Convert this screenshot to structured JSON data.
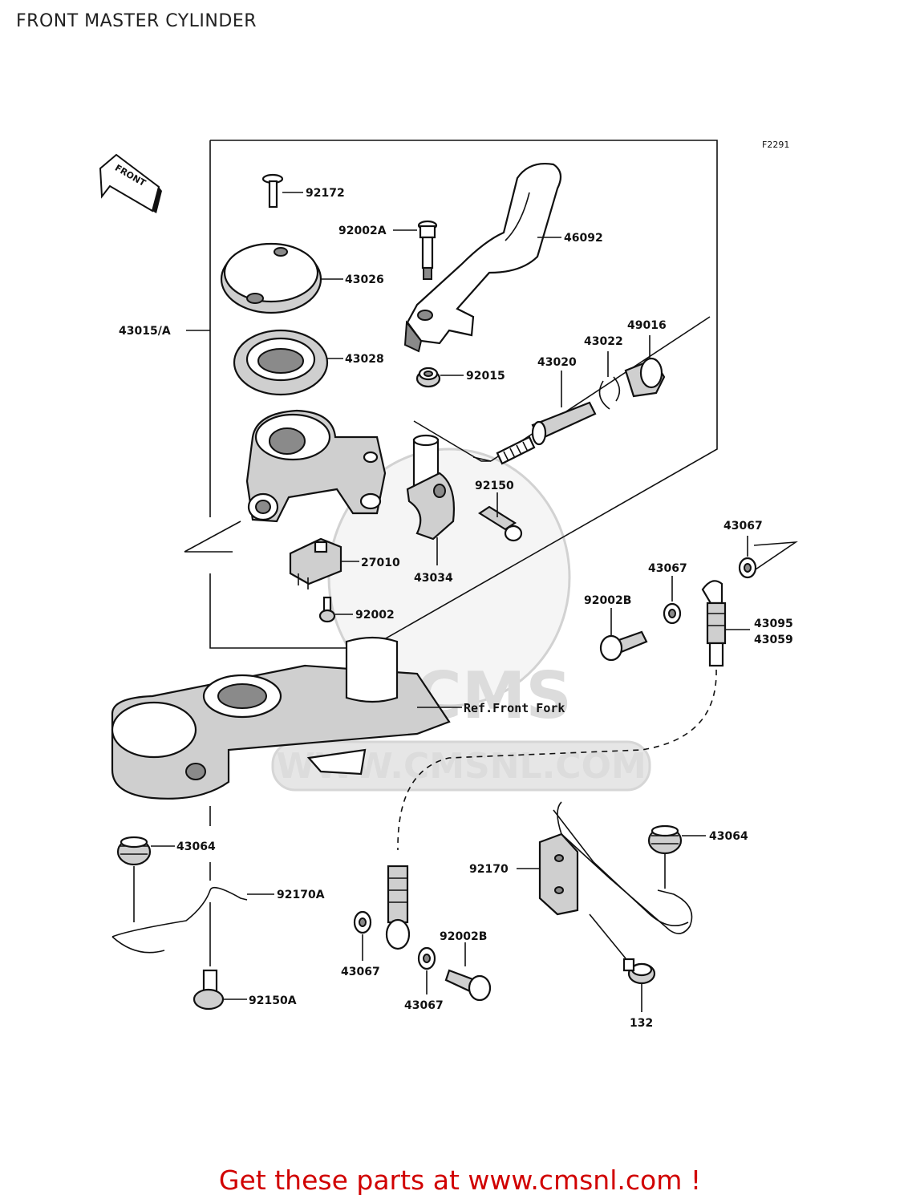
{
  "header": {
    "title": "FRONT MASTER CYLINDER"
  },
  "diagram": {
    "figure_code": "F2291",
    "front_arrow_label": "FRONT",
    "ref_label": "Ref.Front Fork",
    "watermark": {
      "logo": "CMS",
      "url": "WWW.CMSNL.COM"
    },
    "callouts": {
      "p92172": "92172",
      "p92002A": "92002A",
      "p46092": "46092",
      "p43026": "43026",
      "p43015A": "43015/A",
      "p43028": "43028",
      "p92015": "92015",
      "p49016": "49016",
      "p43022": "43022",
      "p43020": "43020",
      "p92150": "92150",
      "p27010": "27010",
      "p43034": "43034",
      "p92002": "92002",
      "p43067_a": "43067",
      "p43067_b": "43067",
      "p92002B_a": "92002B",
      "p43095": "43095",
      "p43059": "43059",
      "p43064_a": "43064",
      "p92170A": "92170A",
      "p92150A": "92150A",
      "p43067_c": "43067",
      "p43067_d": "43067",
      "p92002B_b": "92002B",
      "p92170": "92170",
      "p43064_b": "43064",
      "p132": "132"
    }
  },
  "footer": {
    "cta": "Get these parts at www.cmsnl.com !"
  }
}
